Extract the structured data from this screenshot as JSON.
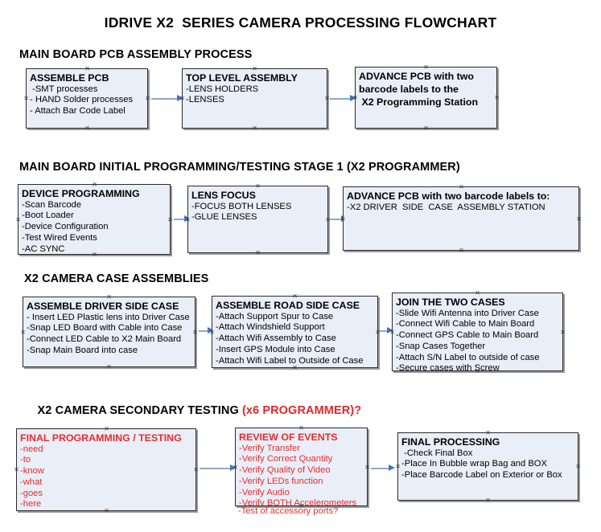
{
  "document": {
    "title": "IDRIVE X2  SERIES CAMERA PROCESSING FLOWCHART"
  },
  "colors": {
    "box_fill": "#e9eef8",
    "box_border": "#2b2b2b",
    "box_shadow": "#9a9a9a",
    "arrow_shaft": "#8fa9c5",
    "arrow_head": "#4472c4",
    "accent_red": "#ee2b2b",
    "text": "#000000",
    "background": "#ffffff"
  },
  "sections": [
    {
      "heading": "MAIN BOARD PCB ASSEMBLY PROCESS",
      "heading_accent": "",
      "boxes": [
        {
          "title": "ASSEMBLE PCB",
          "lines": [
            " -SMT processes",
            "- HAND Solder processes",
            "- Attach Bar Code Label"
          ]
        },
        {
          "title": "TOP LEVEL ASSEMBLY",
          "lines": [
            "-LENS HOLDERS",
            "-LENSES"
          ]
        },
        {
          "title": "ADVANCE PCB with two",
          "lines": [
            "barcode labels to the",
            " X2 Programming Station"
          ]
        }
      ]
    },
    {
      "heading": "MAIN BOARD INITIAL PROGRAMMING/TESTING STAGE 1 (X2 PROGRAMMER)",
      "heading_accent": "",
      "boxes": [
        {
          "title": "DEVICE PROGRAMMING",
          "lines": [
            "-Scan Barcode",
            "-Boot Loader",
            "-Device Configuration",
            "-Test Wired Events",
            "-AC SYNC"
          ]
        },
        {
          "title": "LENS FOCUS",
          "lines": [
            "-FOCUS BOTH LENSES",
            "-GLUE LENSES"
          ]
        },
        {
          "title": "ADVANCE PCB with two barcode labels to:",
          "lines": [
            "-X2 DRIVER  SIDE  CASE  ASSEMBLY STATION"
          ]
        }
      ]
    },
    {
      "heading": "X2 CAMERA CASE ASSEMBLIES",
      "heading_accent": "",
      "boxes": [
        {
          "title": "ASSEMBLE DRIVER SIDE CASE",
          "lines": [
            "- Insert LED Plastic lens into Driver Case",
            "-Snap LED Board with Cable into Case",
            "-Connect LED Cable to X2 Main Board",
            "-Snap Main Board into case"
          ]
        },
        {
          "title": "ASSEMBLE ROAD SIDE CASE",
          "lines": [
            "-Attach Support Spur to Case",
            "-Attach Windshield Support",
            "-Attach Wifi Assembly to Case",
            "-Insert GPS Module into Case",
            "-Attach Wifi Label to Outside of Case"
          ]
        },
        {
          "title": "JOIN THE TWO CASES",
          "lines": [
            "-Slide Wifi Antenna into Driver Case",
            "-Connect Wifi Cable to Main Board",
            "-Connect GPS Cable to Main Board",
            "-Snap Cases Together",
            "-Attach S/N Label to outside of case",
            "-Secure cases with Screw"
          ]
        }
      ]
    },
    {
      "heading": "X2 CAMERA SECONDARY TESTING ",
      "heading_accent": "(x6 PROGRAMMER)?",
      "boxes": [
        {
          "title": "FINAL PROGRAMMING / TESTING",
          "lines": [
            "-need",
            "-to",
            "-know",
            "-what",
            "-goes",
            "-here"
          ]
        },
        {
          "title": "REVIEW OF EVENTS",
          "lines": [
            "-Verify Transfer",
            "-Verify Correct Quantity",
            "-Verify Quality of Video",
            "-Verify LEDs function",
            "-Verify Audio",
            "-Verify BOTH Accelerometers"
          ],
          "overflow_line": "-Test of accessory ports?"
        },
        {
          "title": "FINAL PROCESSING",
          "lines": [
            " -Check Final Box",
            "-Place In Bubble wrap Bag and BOX",
            "-Place Barcode Label on Exterior or Box"
          ]
        }
      ]
    }
  ]
}
